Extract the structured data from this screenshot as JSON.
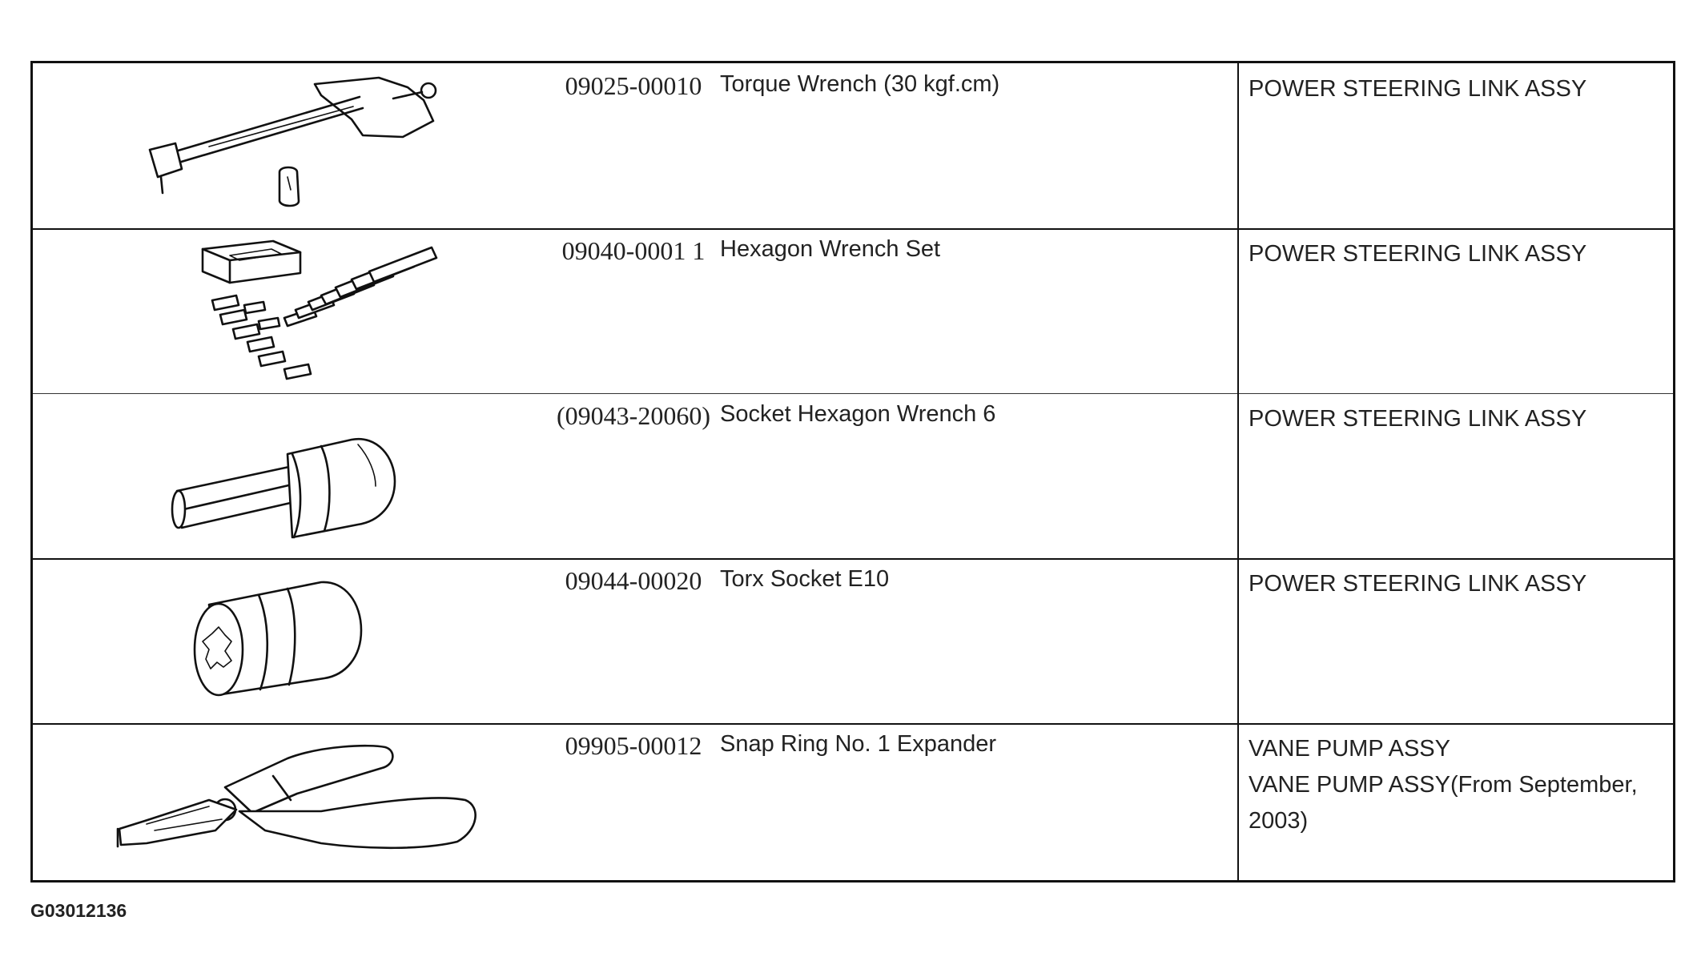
{
  "table": {
    "rows": [
      {
        "part_number": "09025-00010",
        "tool_name": "Torque Wrench (30 kgf.cm)",
        "applies_to": [
          "POWER STEERING LINK ASSY"
        ],
        "illustration_icon": "torque-wrench-icon"
      },
      {
        "part_number": "09040-0001 1",
        "tool_name": "Hexagon Wrench Set",
        "applies_to": [
          "POWER STEERING LINK ASSY"
        ],
        "illustration_icon": "hexagon-wrench-set-icon"
      },
      {
        "part_number": "(09043-20060)",
        "tool_name": "Socket Hexagon Wrench 6",
        "applies_to": [
          "POWER STEERING LINK ASSY"
        ],
        "illustration_icon": "socket-hexagon-wrench-icon"
      },
      {
        "part_number": "09044-00020",
        "tool_name": "Torx Socket E10",
        "applies_to": [
          "POWER STEERING LINK ASSY"
        ],
        "illustration_icon": "torx-socket-icon"
      },
      {
        "part_number": "09905-00012",
        "tool_name": "Snap Ring No. 1 Expander",
        "applies_to": [
          "VANE PUMP ASSY",
          "VANE PUMP ASSY(From September,",
          "2003)"
        ],
        "illustration_icon": "snap-ring-expander-icon"
      }
    ]
  },
  "figure_code": "G03012136"
}
